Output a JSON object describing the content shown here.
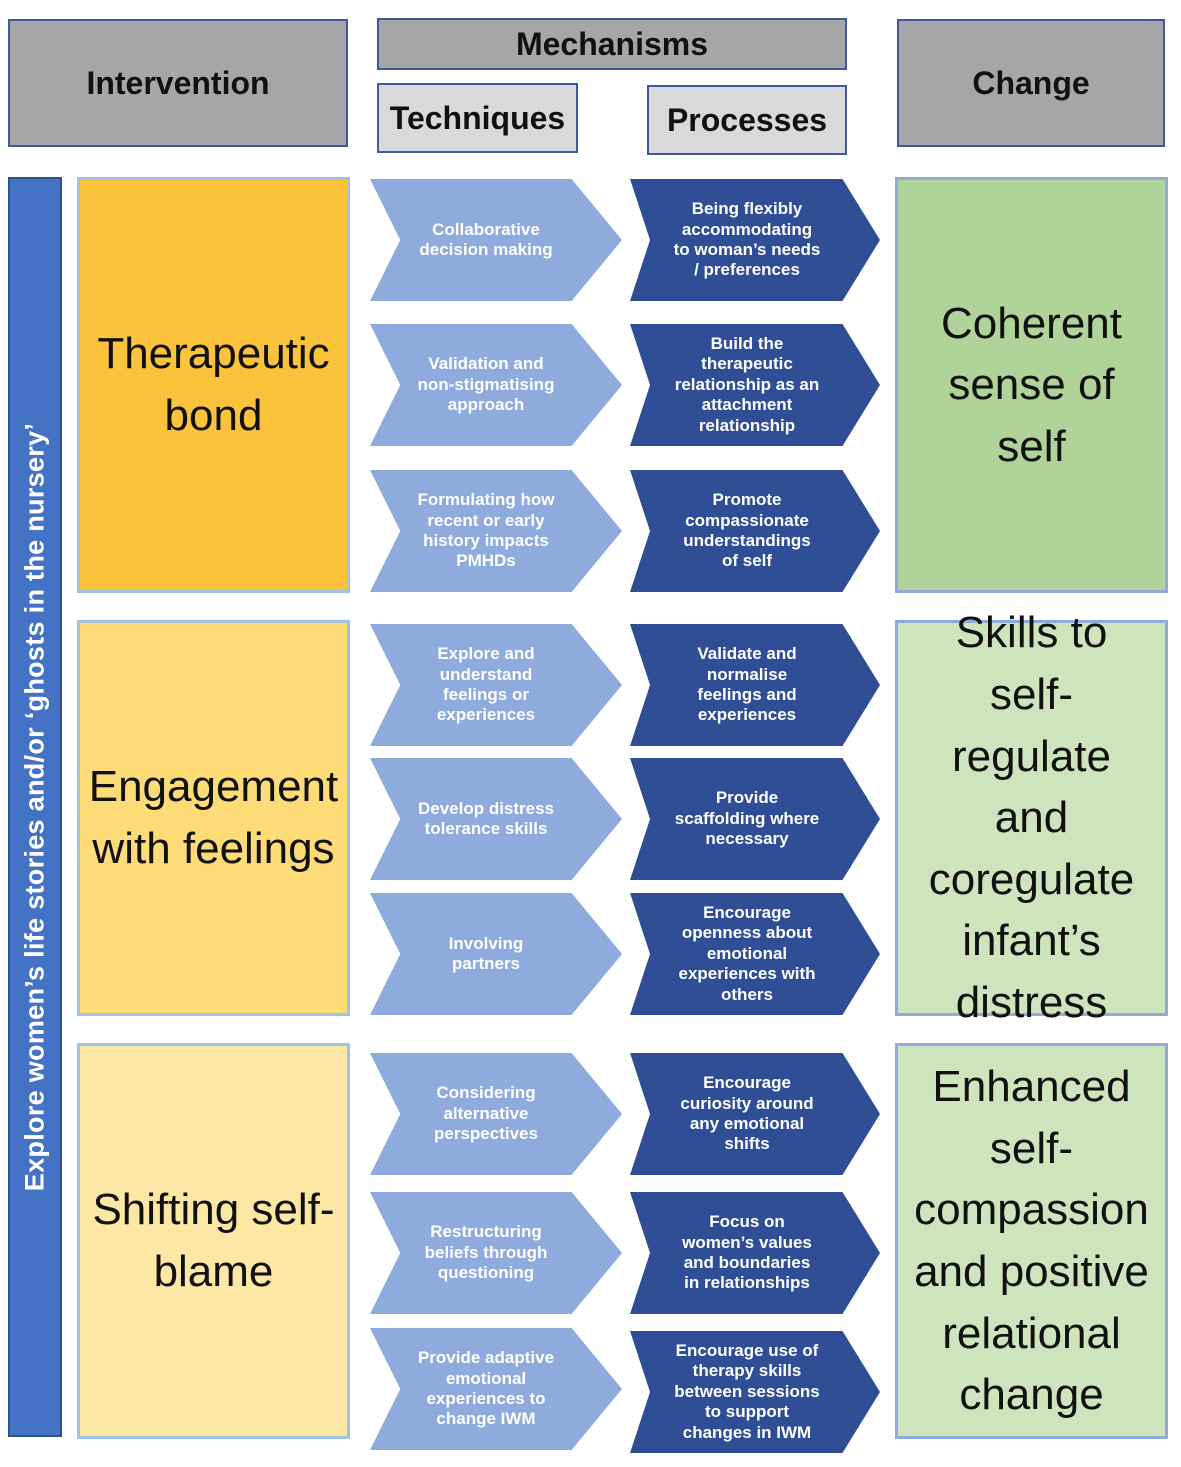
{
  "headers": {
    "intervention": "Intervention",
    "mechanisms": "Mechanisms",
    "techniques": "Techniques",
    "processes": "Processes",
    "change": "Change"
  },
  "side_label": "Explore women’s life stories and/or ‘ghosts in the nursery’",
  "colors": {
    "intervention_1": "#fac33b",
    "intervention_2": "#fddb76",
    "intervention_3": "#fde7a4",
    "change_1": "#b0d39a",
    "change_2": "#cde4bd",
    "change_3": "#cde4bd",
    "technique": "#8faadc",
    "process": "#2f4e96",
    "side_bar": "#4472c4"
  },
  "rows": [
    {
      "intervention": "Therapeutic\nbond",
      "techniques": [
        "Collaborative\ndecision making",
        "Validation and\nnon-stigmatising\napproach",
        "Formulating how\nrecent or early\nhistory impacts\nPMHDs"
      ],
      "processes": [
        "Being flexibly\naccommodating\nto woman’s needs\n/ preferences",
        "Build the\ntherapeutic\nrelationship as an\nattachment\nrelationship",
        "Promote\ncompassionate\nunderstandings\nof self"
      ],
      "change": "Coherent\nsense of self"
    },
    {
      "intervention": "Engagement\nwith feelings",
      "techniques": [
        "Explore and\nunderstand\nfeelings or\nexperiences",
        "Develop distress\ntolerance skills",
        "Involving\npartners"
      ],
      "processes": [
        "Validate and\nnormalise\nfeelings and\nexperiences",
        "Provide\nscaffolding where\nnecessary",
        "Encourage\nopenness about\nemotional\nexperiences with\nothers"
      ],
      "change": "Skills to self-\nregulate and\ncoregulate\ninfant’s\ndistress"
    },
    {
      "intervention": "Shifting self-\nblame",
      "techniques": [
        "Considering\nalternative\nperspectives",
        "Restructuring\nbeliefs through\nquestioning",
        "Provide adaptive\nemotional\nexperiences to\nchange IWM"
      ],
      "processes": [
        "Encourage\ncuriosity around\nany emotional\nshifts",
        "Focus on\nwomen’s values\nand boundaries\nin relationships",
        "Encourage use of\ntherapy skills\nbetween sessions\nto support\nchanges in IWM"
      ],
      "change": "Enhanced\nself-\ncompassion\nand positive\nrelational\nchange"
    }
  ]
}
